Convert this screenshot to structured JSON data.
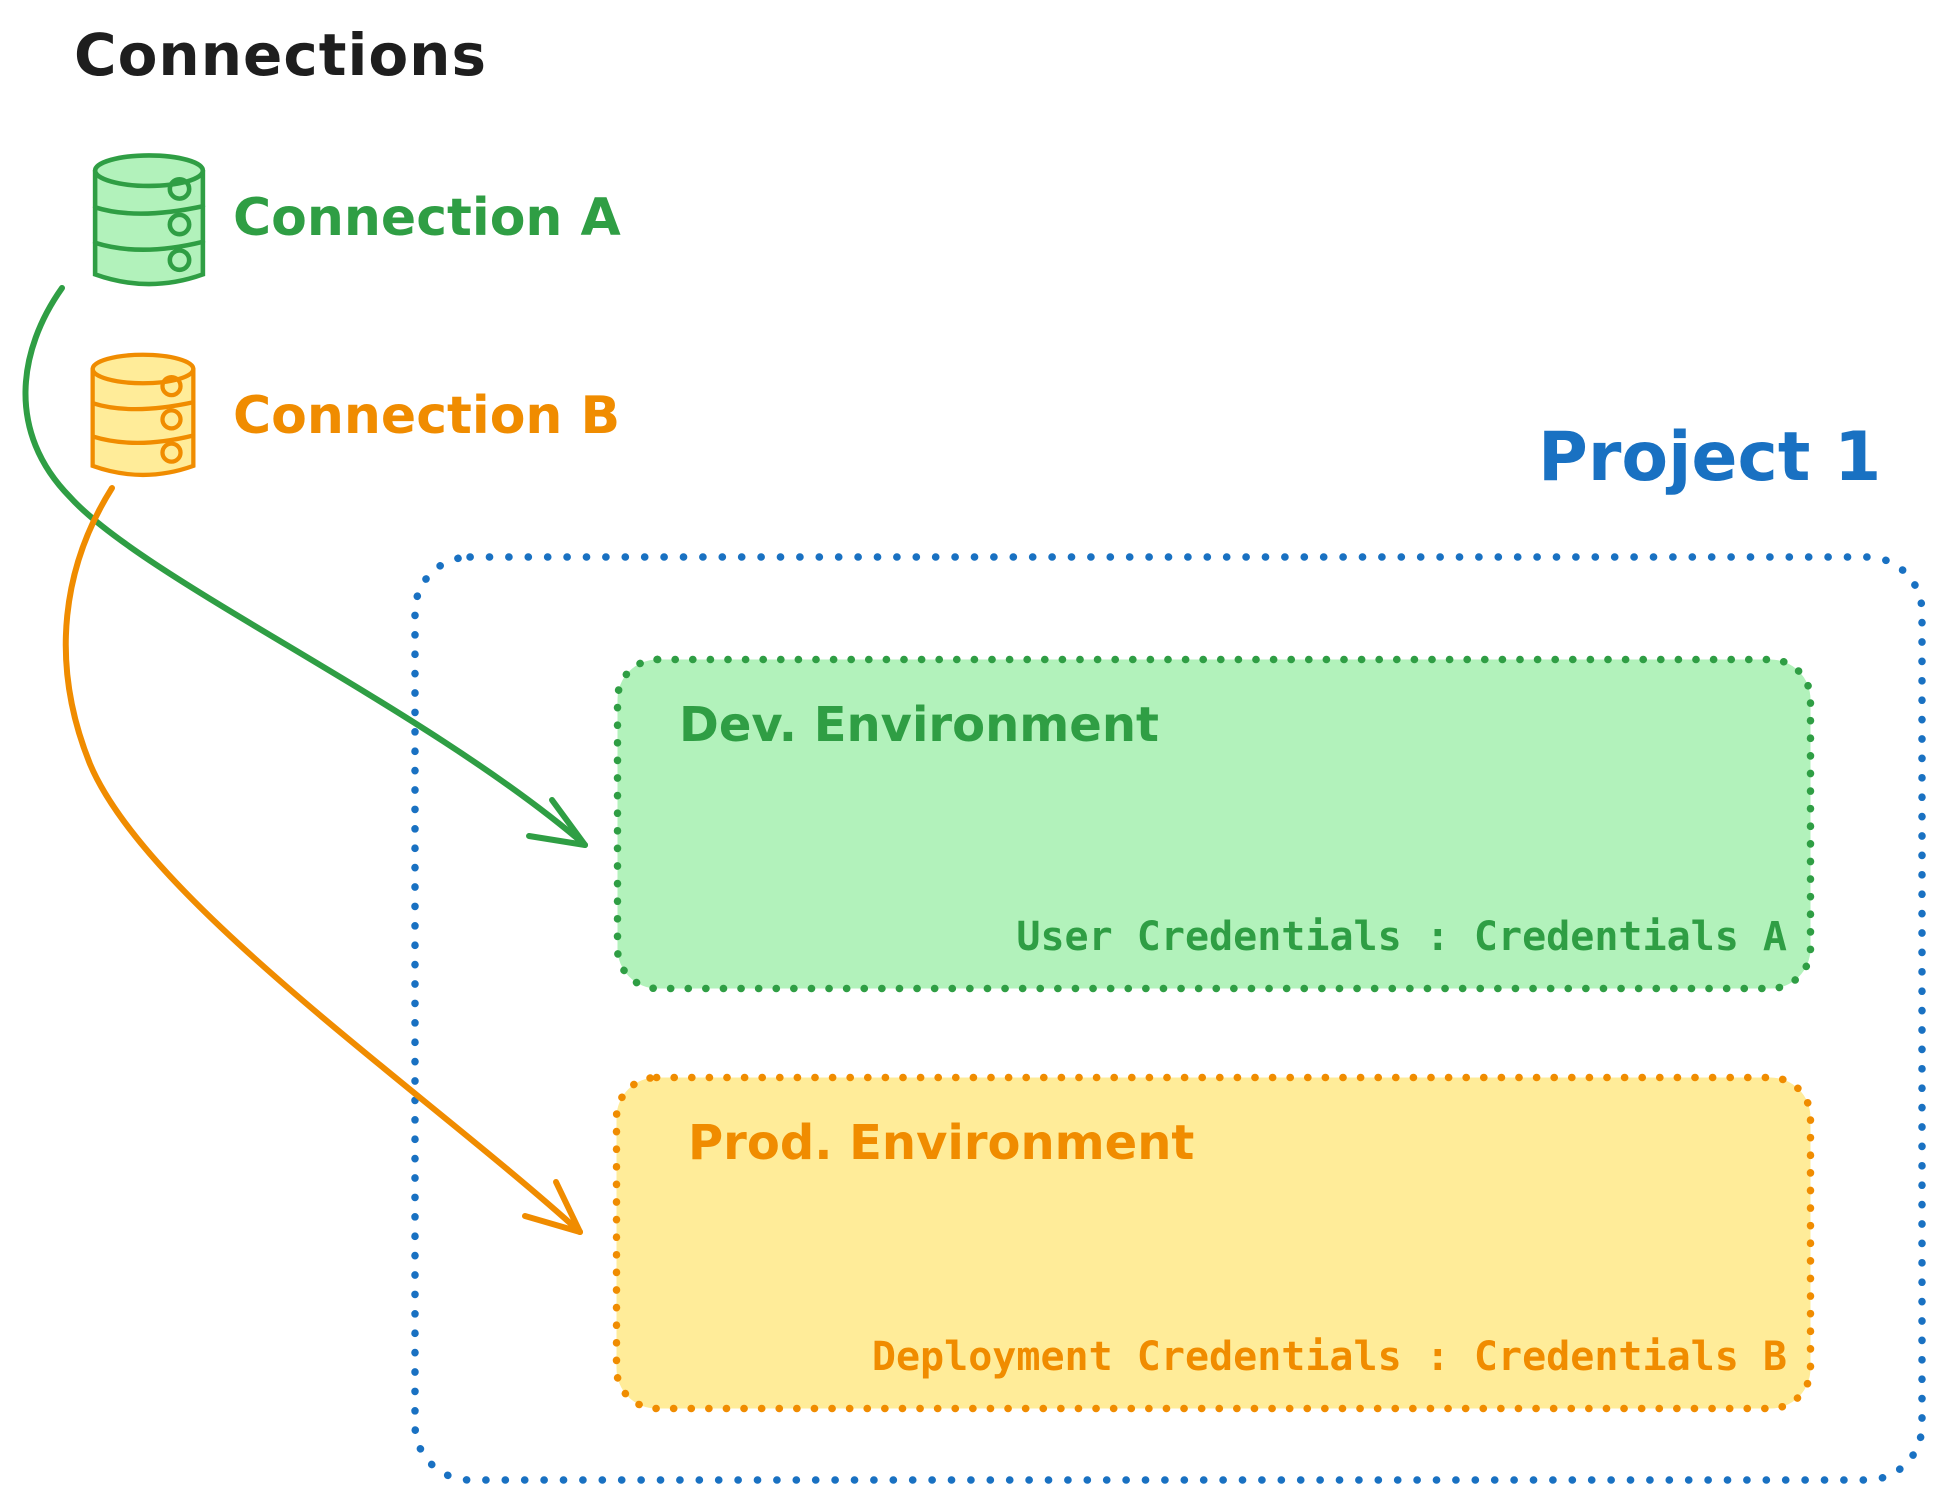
{
  "title": {
    "label": "Connections",
    "color": "#1e1e1e"
  },
  "connections": [
    {
      "label": "Connection A",
      "icon": "database-icon",
      "stroke_color": "#2f9e44",
      "fill_color": "#b2f2bb"
    },
    {
      "label": "Connection B",
      "icon": "database-icon",
      "stroke_color": "#f08c00",
      "fill_color": "#ffec99"
    }
  ],
  "project": {
    "label": "Project 1",
    "color": "#1971c2",
    "border_style": "dotted",
    "environments": [
      {
        "name": "Dev. Environment",
        "credentials": "User Credentials : Credentials A",
        "stroke_color": "#2f9e44",
        "fill_color": "#b2f2bb",
        "linked_connection": "Connection A"
      },
      {
        "name": "Prod. Environment",
        "credentials": "Deployment Credentials : Credentials B",
        "stroke_color": "#f08c00",
        "fill_color": "#ffec99",
        "linked_connection": "Connection B"
      }
    ]
  }
}
